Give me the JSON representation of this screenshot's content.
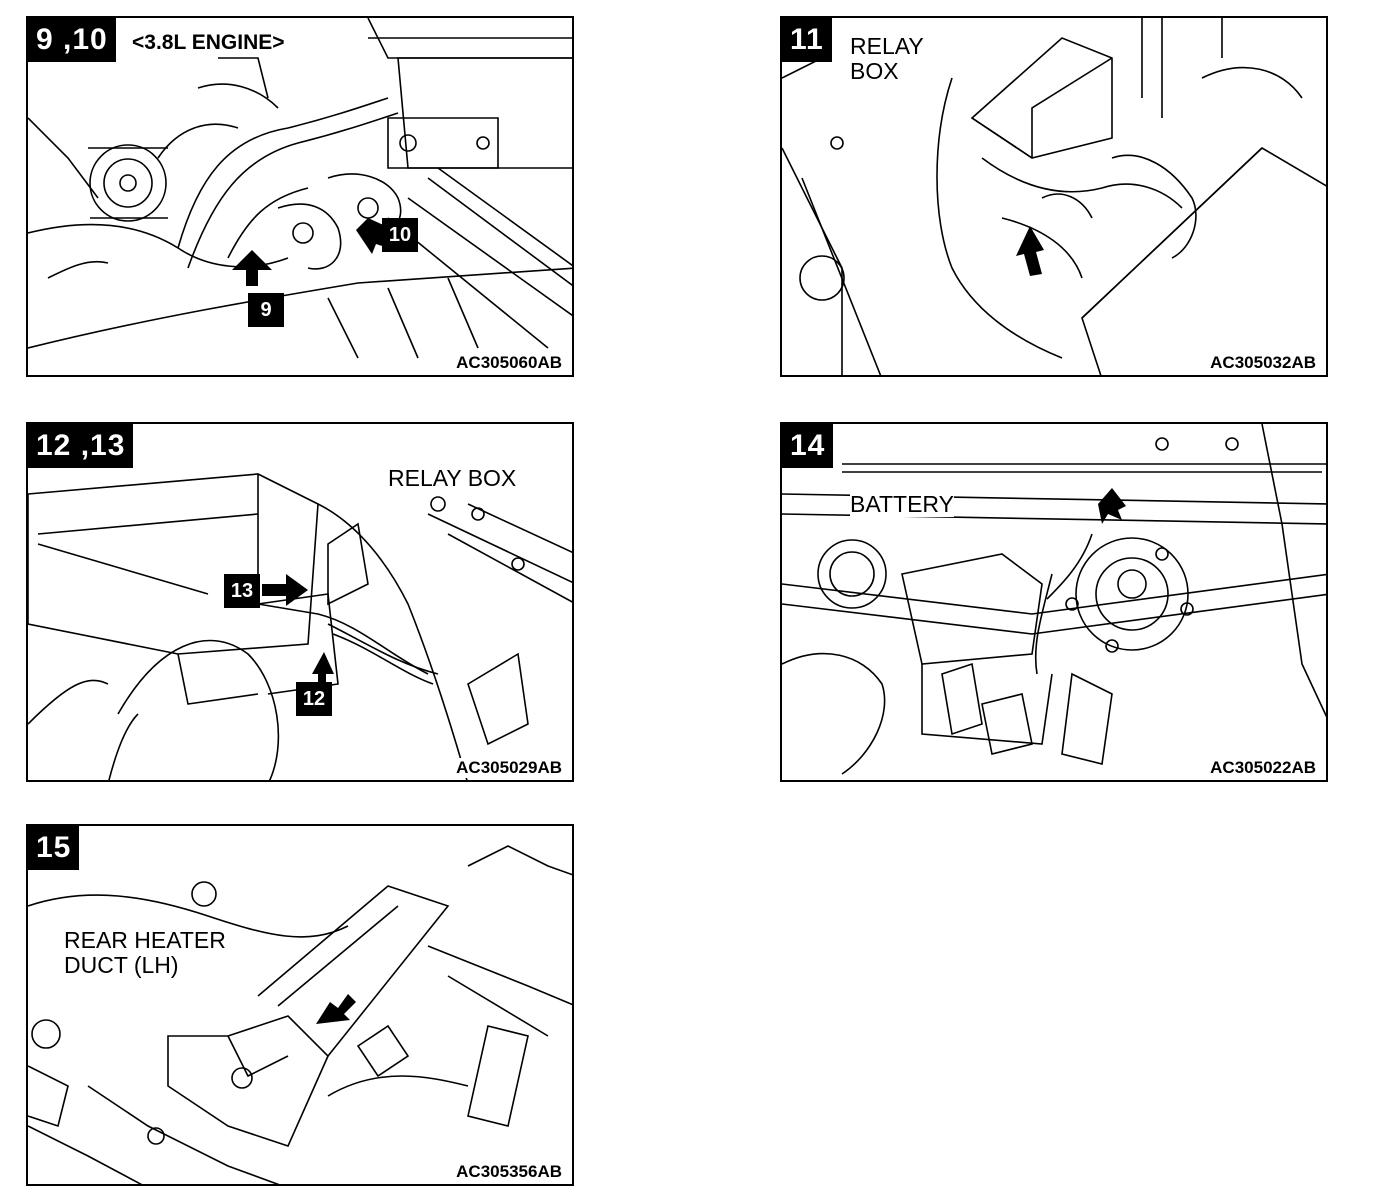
{
  "panels": {
    "p1": {
      "step": "9 ,10",
      "engine": "<3.8L ENGINE>",
      "callouts": [
        "9",
        "10"
      ],
      "code": "AC305060AB"
    },
    "p2": {
      "step": "11",
      "label": "RELAY\nBOX",
      "code": "AC305032AB"
    },
    "p3": {
      "step": "12 ,13",
      "label": "RELAY BOX",
      "callouts": [
        "13",
        "12"
      ],
      "code": "AC305029AB"
    },
    "p4": {
      "step": "14",
      "label": "BATTERY",
      "code": "AC305022AB"
    },
    "p5": {
      "step": "15",
      "label": "REAR HEATER\nDUCT (LH)",
      "code": "AC305356AB"
    }
  }
}
